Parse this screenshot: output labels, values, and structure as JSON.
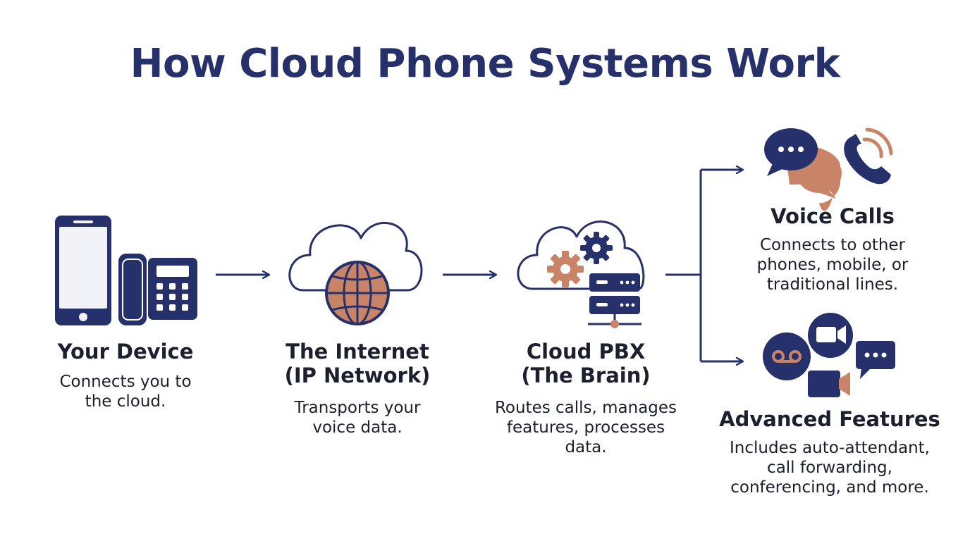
{
  "title": "How Cloud Phone Systems Work",
  "colors": {
    "navy": "#26306a",
    "accent": "#c98366",
    "screen": "#f1f3f9"
  },
  "steps": [
    {
      "icon": "phone-device-icon",
      "label": "Your Device",
      "desc": "Connects you to\nthe cloud."
    },
    {
      "icon": "cloud-globe-icon",
      "label": "The Internet\n(IP Network)",
      "desc": "Transports your\nvoice data."
    },
    {
      "icon": "cloud-server-icon",
      "label": "Cloud PBX\n(The Brain)",
      "desc": "Routes calls, manages\nfeatures, processes\ndata."
    }
  ],
  "outcomes": [
    {
      "icon": "voice-calls-icon",
      "label": "Voice Calls",
      "desc": "Connects to other\nphones, mobile, or\ntraditional lines."
    },
    {
      "icon": "advanced-features-icon",
      "label": "Advanced Features",
      "desc": "Includes auto-attendant,\ncall forwarding,\nconferencing, and more."
    }
  ]
}
